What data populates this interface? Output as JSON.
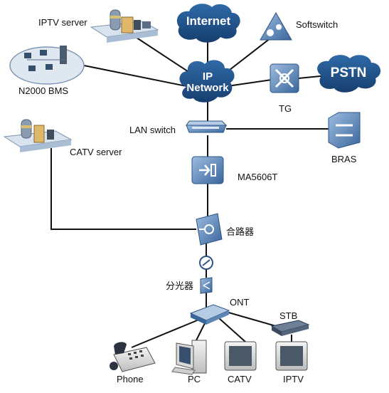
{
  "diagram": {
    "clouds": {
      "internet": "Internet",
      "ip_network_line1": "IP",
      "ip_network_line2": "Network",
      "pstn": "PSTN"
    },
    "labels": {
      "iptv_server": "IPTV server",
      "softswitch": "Softswitch",
      "n2000_bms": "N2000 BMS",
      "tg": "TG",
      "lan_switch": "LAN switch",
      "catv_server": "CATV server",
      "bras": "BRAS",
      "ma5606t": "MA5606T",
      "combiner": "合路器",
      "splitter": "分光器",
      "ont": "ONT",
      "stb": "STB",
      "phone": "Phone",
      "pc": "PC",
      "catv": "CATV",
      "iptv": "IPTV"
    },
    "colors": {
      "cloud": "#1d4f8a",
      "device": "#4a78ad",
      "device_light": "#8fb2d8",
      "line": "#111111"
    }
  }
}
